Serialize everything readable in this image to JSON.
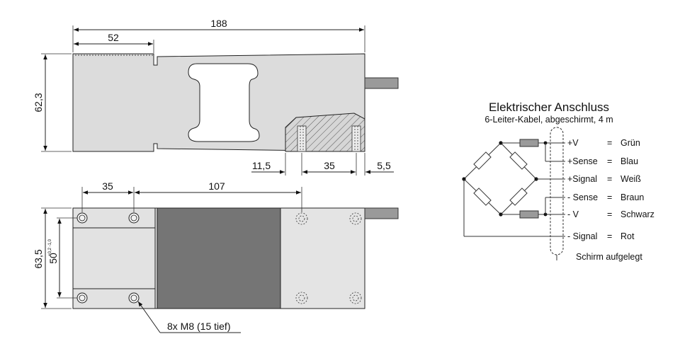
{
  "side_view": {
    "dim_total": "188",
    "dim_left": "52",
    "dim_height": "62,3",
    "dim_a": "11,5",
    "dim_b": "35",
    "dim_c": "5,5"
  },
  "top_view": {
    "dim_a": "35",
    "dim_b": "107",
    "dim_height": "63,5",
    "dim_tol": "+0,2 -1,0",
    "dim_inner": "50",
    "note": "8x M8 (15 tief)"
  },
  "wiring": {
    "title": "Elektrischer Anschluss",
    "subtitle": "6-Leiter-Kabel, abgeschirmt, 4 m",
    "rows": [
      {
        "signal": "+V",
        "eq": "=",
        "color": "Grün"
      },
      {
        "signal": "+Sense",
        "eq": "=",
        "color": "Blau"
      },
      {
        "signal": "+Signal",
        "eq": "=",
        "color": "Weiß"
      },
      {
        "signal": "- Sense",
        "eq": "=",
        "color": "Braun"
      },
      {
        "signal": "- V",
        "eq": "=",
        "color": "Schwarz"
      },
      {
        "signal": "- Signal",
        "eq": "=",
        "color": "Rot"
      }
    ],
    "shield": "Schirm aufgelegt"
  },
  "colors": {
    "body": "#dcdcdc",
    "dark_block": "#757575",
    "outline": "#222222"
  }
}
